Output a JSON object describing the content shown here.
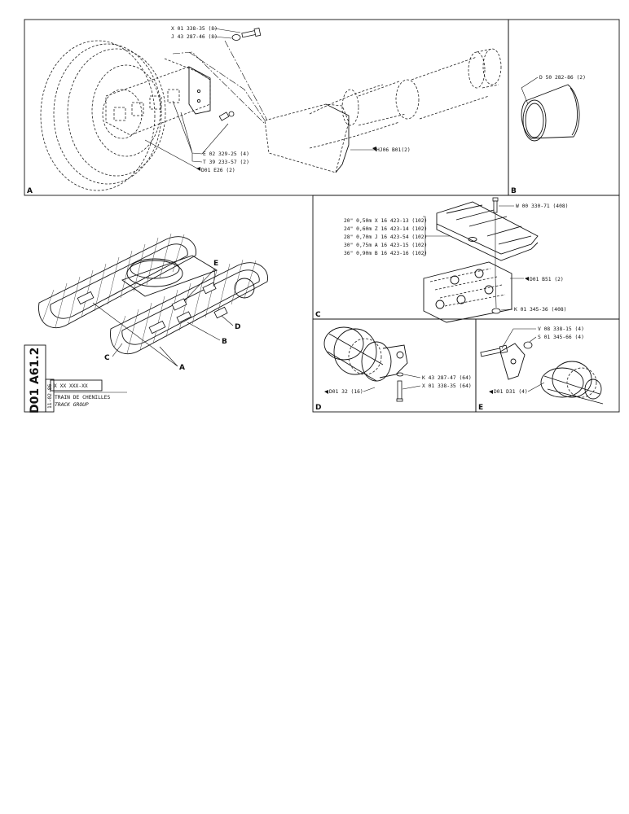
{
  "sheet": {
    "code": "D01 A61.2",
    "date": "11-02-86",
    "ref_box": "X XX  XXX-XX",
    "title_fr": "TRAIN DE CHENILLES",
    "title_en": "TRACK GROUP"
  },
  "panels": {
    "A": {
      "letter": "A",
      "labels": [
        "X 01 338-35 (8)",
        "J 43 287-46 (8)",
        "E 02 329-25 (4)",
        "T 39 233-57 (2)",
        "D01  E26 (2)",
        "HJ06  B01(2)"
      ]
    },
    "B": {
      "letter": "B",
      "labels": [
        "D 50 282-86 (2)"
      ]
    },
    "C": {
      "letter": "C",
      "labels": [
        "W 00 330-71 (408)",
        "D01  B51 (2)",
        "K 01  345-36 (408)"
      ],
      "shoe_table": [
        "20\" 0,50m  X 16 423-13 (102)",
        "24\" 0,60m  Z 16 423-14 (102)",
        "28\" 0,70m  J 16 423-54 (102)",
        "30\" 0,75m  A 16 423-15 (102)",
        "36\" 0,90m  B 16 423-16 (102)"
      ]
    },
    "D": {
      "letter": "D",
      "labels": [
        "D01  32 (16)",
        "K 43 287-47 (64)",
        "X 01 338-35 (64)"
      ]
    },
    "E": {
      "letter": "E",
      "labels": [
        "V 08 338-15 (4)",
        "S 01 345-66 (4)",
        "D01  D31 (4)"
      ]
    },
    "overview": {
      "labels": [
        "E",
        "D",
        "B",
        "C",
        "A"
      ]
    }
  },
  "colors": {
    "ink": "#111111",
    "paper": "#ffffff"
  },
  "icons": [
    "arrow-marker-icon"
  ]
}
